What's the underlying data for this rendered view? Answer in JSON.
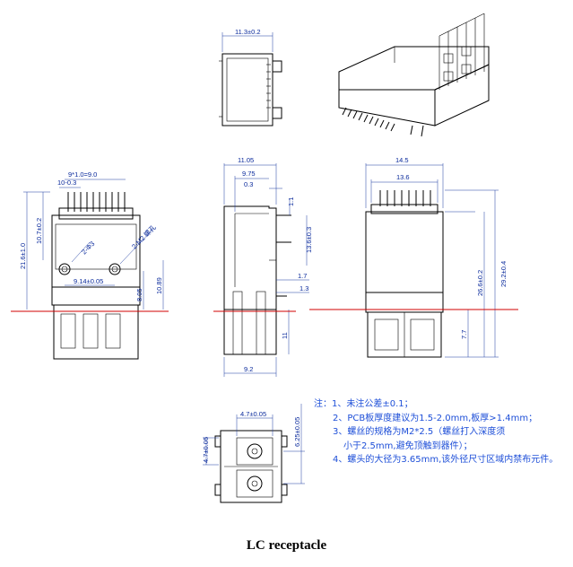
{
  "caption": "LC receptacle",
  "dimensions": {
    "top_width": "11.3±0.2",
    "side_11_05": "11.05",
    "side_9_75": "9.75",
    "side_0_3": "0.3",
    "side_1_1": "1.1",
    "side_13_6": "13.6±0.3",
    "side_1_7": "1.7",
    "side_1_3": "1.3",
    "side_11": "11",
    "side_9_2": "9.2",
    "front_pitch": "9*1.0=9.0",
    "front_10_3": "10-0.3",
    "front_10_7": "10.7±0.2",
    "front_21_6": "21.6±1.0",
    "front_holes": "2-Φ3",
    "front_screws": "2-M2 螺孔",
    "front_9_14": "9.14±0.05",
    "front_8_05": "8.05",
    "front_10_89": "10.89",
    "rear_14_5": "14.5",
    "rear_13_6": "13.6",
    "rear_26_6": "26.6±0.2",
    "rear_29_2": "29.2±0.4",
    "rear_7_7": "7.7",
    "port_4_7w": "4.7±0.05",
    "port_4_7h": "4.7±0.05",
    "port_6_25": "6.25±0.05"
  },
  "notes": {
    "title": "注：1、未注公差±0.1；",
    "n2": "2、PCB板厚度建议为1.5-2.0mm,板厚>1.4mm；",
    "n3a": "3、螺丝的规格为M2*2.5（螺丝打入深度须",
    "n3b": "小于2.5mm,避免顶触到器件）；",
    "n4": "4、螺头的大径为3.65mm,该外径尺寸区域内禁布元件。"
  },
  "colors": {
    "dimension": "#1a3aa0",
    "notes": "#1e4fd8",
    "pcb_line": "#d00000",
    "outline": "#000000"
  }
}
